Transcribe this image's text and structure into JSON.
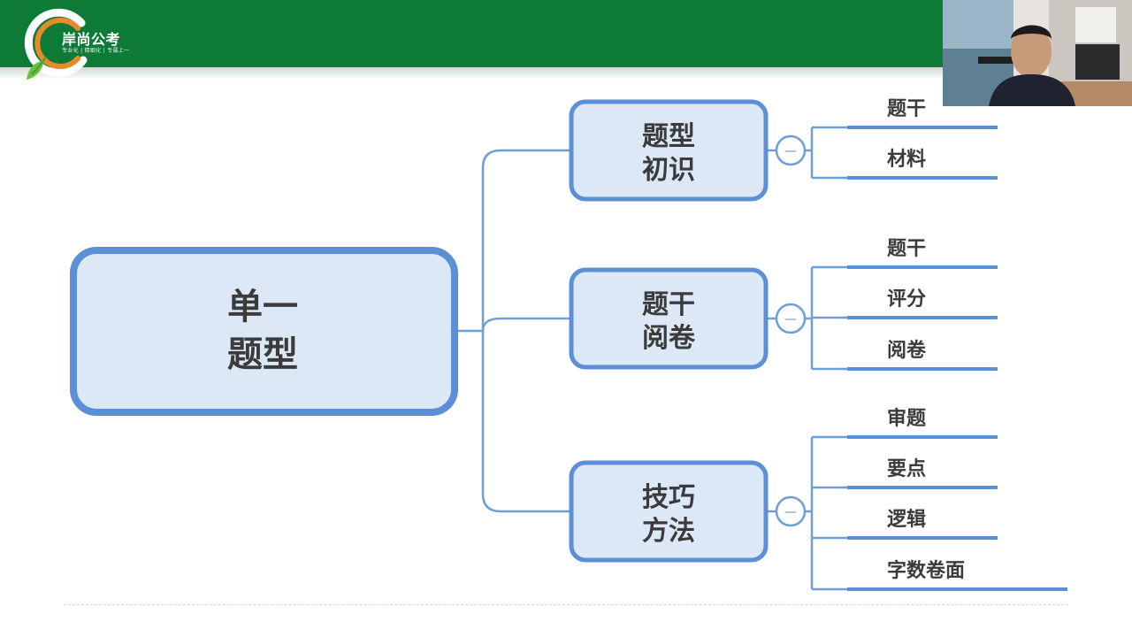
{
  "brand": {
    "name": "岸尚公考",
    "slogan": "专业化 | 精细化 | 专属上一"
  },
  "diagram": {
    "root": {
      "line1": "单一",
      "line2": "题型"
    },
    "branches": [
      {
        "line1": "题型",
        "line2": "初识",
        "collapse": "—",
        "leaves": [
          "题干",
          "材料"
        ]
      },
      {
        "line1": "题干",
        "line2": "阅卷",
        "collapse": "—",
        "leaves": [
          "题干",
          "评分",
          "阅卷"
        ]
      },
      {
        "line1": "技巧",
        "line2": "方法",
        "collapse": "—",
        "leaves": [
          "审题",
          "要点",
          "逻辑",
          "字数卷面"
        ]
      }
    ]
  },
  "colors": {
    "header": "#0d7a36",
    "node_border": "#5b8fd6",
    "node_fill": "#dce8f5",
    "connector": "#6f9fd8"
  }
}
